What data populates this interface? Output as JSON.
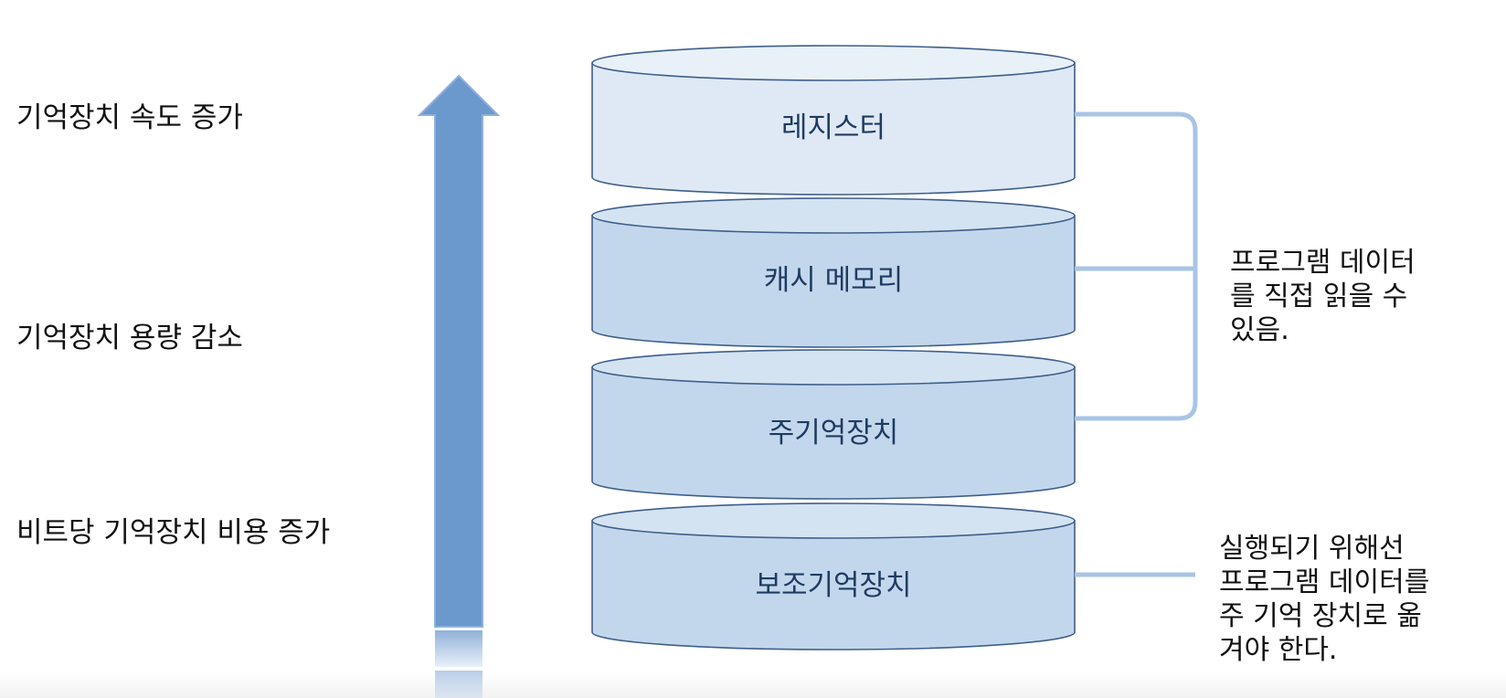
{
  "left_labels": {
    "speed": "기억장치 속도 증가",
    "capacity": "기억장치 용량 감소",
    "cost": "비트당 기억장치 비용 증가"
  },
  "layers": [
    {
      "label": "레지스터"
    },
    {
      "label": "캐시 메모리"
    },
    {
      "label": "주기억장치"
    },
    {
      "label": "보조기억장치"
    }
  ],
  "notes": {
    "direct_access": [
      "프로그램 데이터",
      "를 직접 읽을 수",
      "있음."
    ],
    "secondary": [
      "실행되기 위해선",
      "프로그램 데이터를",
      "주 기억 장치로 옮",
      "겨야 한다."
    ]
  },
  "colors": {
    "arrow": "#6b98cd",
    "top_layer_fill": "#dfe9f5",
    "layer_fill": "#c3d7ec",
    "layer_stroke": "#3f5f8a",
    "bracket": "#a8c4e6"
  },
  "icons": {
    "arrow": "up-arrow"
  }
}
